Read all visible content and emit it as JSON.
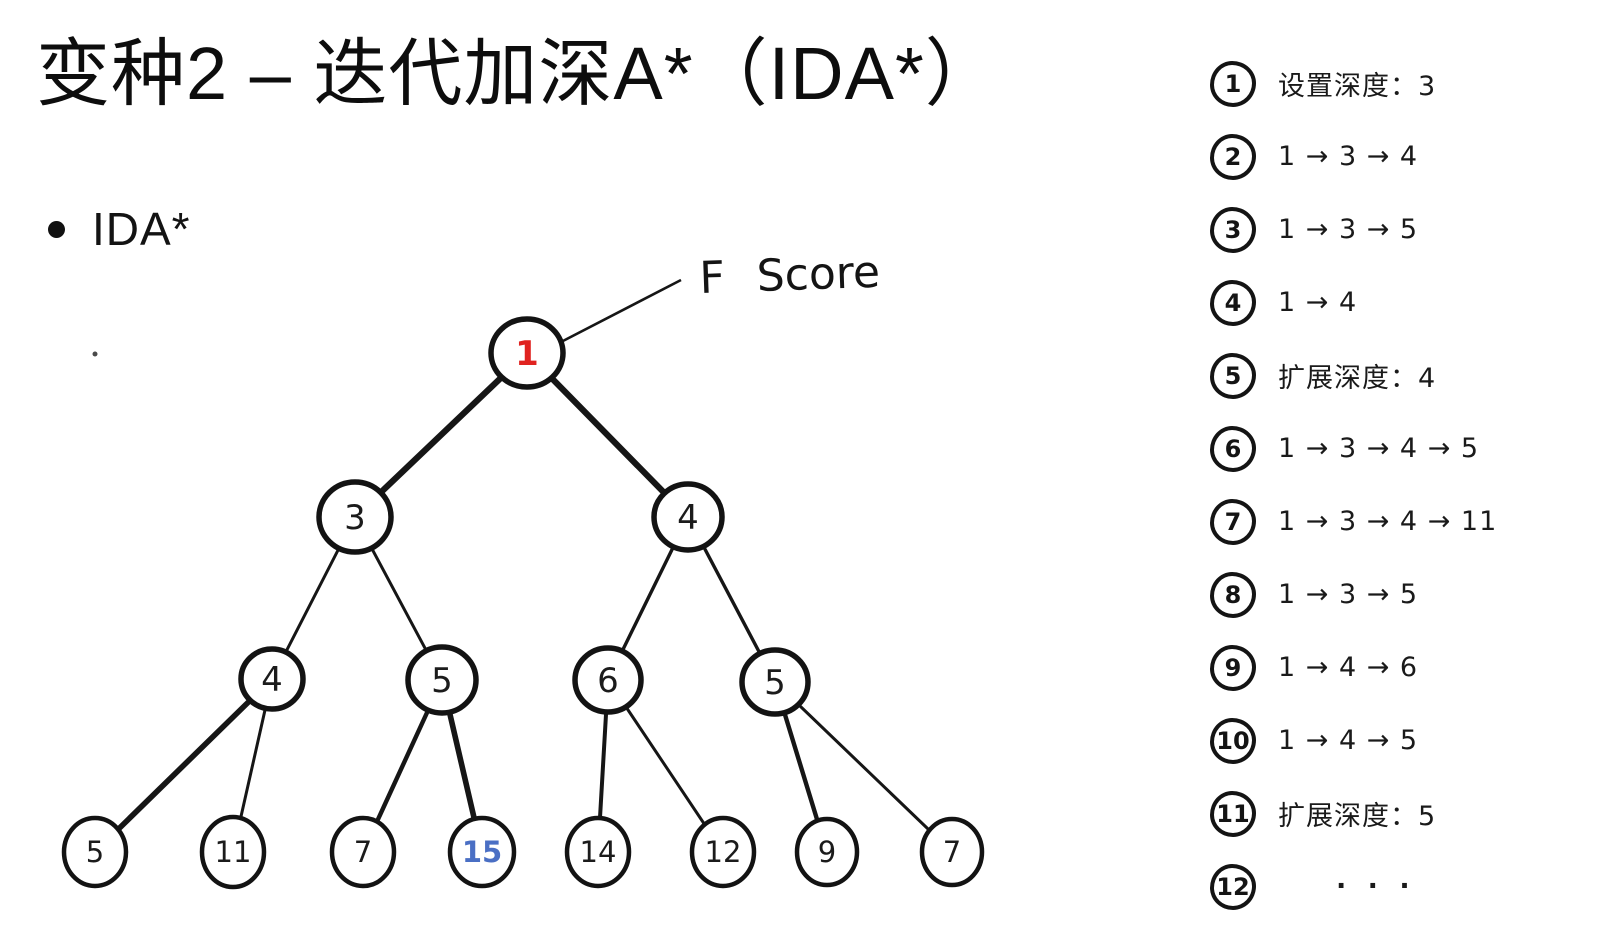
{
  "title": "变种2 – 迭代加深A*（IDA*）",
  "bullet": {
    "label": "IDA*"
  },
  "annotation": {
    "label": "F Score"
  },
  "colors": {
    "ink": "#161616",
    "highlight_red": "#e02320",
    "highlight_blue": "#4a6fc4",
    "background": "#ffffff"
  },
  "tree": {
    "nodes": [
      {
        "id": "root",
        "value": "1",
        "color": "red",
        "level": 1
      },
      {
        "id": "n3",
        "value": "3",
        "color": "ink",
        "level": 2
      },
      {
        "id": "n4",
        "value": "4",
        "color": "ink",
        "level": 2
      },
      {
        "id": "n4a",
        "value": "4",
        "color": "ink",
        "level": 3
      },
      {
        "id": "n5a",
        "value": "5",
        "color": "ink",
        "level": 3
      },
      {
        "id": "n6",
        "value": "6",
        "color": "ink",
        "level": 3
      },
      {
        "id": "n5b",
        "value": "5",
        "color": "ink",
        "level": 3
      },
      {
        "id": "l5",
        "value": "5",
        "color": "ink",
        "level": 4
      },
      {
        "id": "l11",
        "value": "11",
        "color": "ink",
        "level": 4
      },
      {
        "id": "l7",
        "value": "7",
        "color": "ink",
        "level": 4
      },
      {
        "id": "l15",
        "value": "15",
        "color": "blue",
        "level": 4
      },
      {
        "id": "l14",
        "value": "14",
        "color": "ink",
        "level": 4
      },
      {
        "id": "l12",
        "value": "12",
        "color": "ink",
        "level": 4
      },
      {
        "id": "l9",
        "value": "9",
        "color": "ink",
        "level": 4
      },
      {
        "id": "l7b",
        "value": "7",
        "color": "ink",
        "level": 4
      }
    ],
    "edges": [
      [
        "root",
        "n3"
      ],
      [
        "root",
        "n4"
      ],
      [
        "n3",
        "n4a"
      ],
      [
        "n3",
        "n5a"
      ],
      [
        "n4",
        "n6"
      ],
      [
        "n4",
        "n5b"
      ],
      [
        "n4a",
        "l5"
      ],
      [
        "n4a",
        "l11"
      ],
      [
        "n5a",
        "l7"
      ],
      [
        "n5a",
        "l15"
      ],
      [
        "n6",
        "l14"
      ],
      [
        "n6",
        "l12"
      ],
      [
        "n5b",
        "l9"
      ],
      [
        "n5b",
        "l7b"
      ]
    ]
  },
  "steps": [
    {
      "num": "1",
      "text": "设置深度：3"
    },
    {
      "num": "2",
      "text": "1 → 3 → 4"
    },
    {
      "num": "3",
      "text": "1 → 3 → 5"
    },
    {
      "num": "4",
      "text": "1 → 4"
    },
    {
      "num": "5",
      "text": "扩展深度：4"
    },
    {
      "num": "6",
      "text": "1 → 3 → 4 → 5"
    },
    {
      "num": "7",
      "text": "1 → 3 → 4 → 11"
    },
    {
      "num": "8",
      "text": "1 → 3 → 5"
    },
    {
      "num": "9",
      "text": "1 → 4 → 6"
    },
    {
      "num": "10",
      "text": "1 → 4 → 5"
    },
    {
      "num": "11",
      "text": "扩展深度：5"
    },
    {
      "num": "12",
      "text": "· · ·"
    }
  ]
}
